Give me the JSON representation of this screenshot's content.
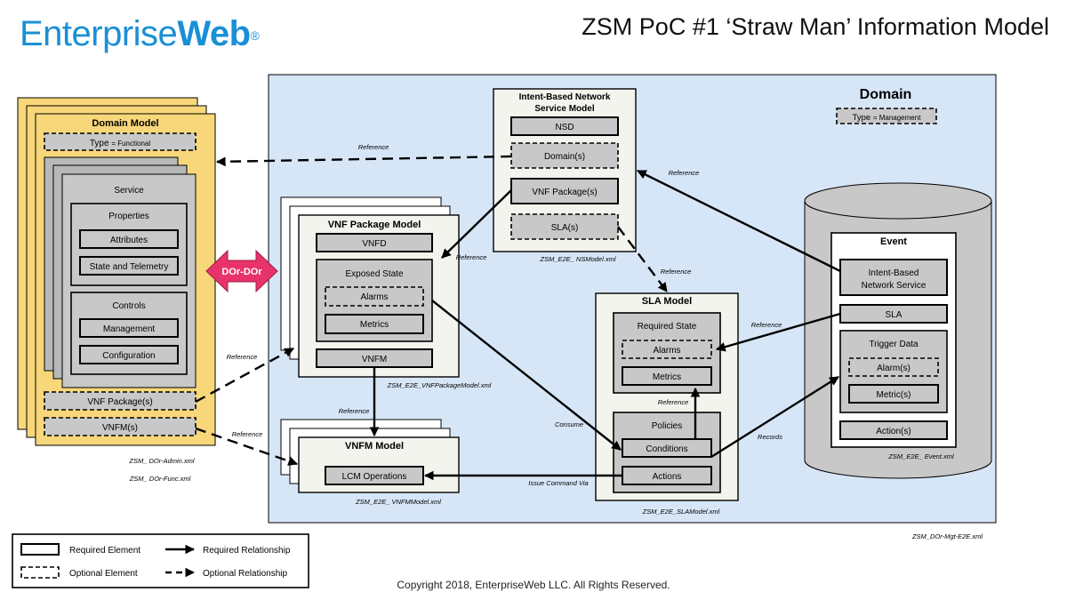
{
  "header": {
    "logo_regular": "Enterprise",
    "logo_bold": "Web",
    "logo_mark": "®",
    "title": "ZSM PoC #1 ‘Straw Man’ Information Model"
  },
  "colors": {
    "domain_fill": "#d7e6f7",
    "domain_model_fill": "#f8d77a",
    "gray_box": "#c8c8c8",
    "panel_fill": "#f4f4ee",
    "dor_arrow": "#e8336a"
  },
  "domain_model": {
    "title": "Domain Model",
    "type_key": "Type",
    "type_value": "= Functional",
    "service": "Service",
    "properties": "Properties",
    "attributes": "Attributes",
    "state_telemetry": "State and Telemetry",
    "controls": "Controls",
    "management": "Management",
    "configuration": "Configuration",
    "vnf_packages": "VNF Package(s)",
    "vnfms": "VNFM(s)",
    "file1": "ZSM_ DOr-Admin.xml",
    "file2": "ZSM_ DOr-Func.xml"
  },
  "dor_label": "DOr-DOr",
  "domain": {
    "title": "Domain",
    "type_key": "Type",
    "type_value": "= Management",
    "file": "ZSM_DOr-Mgt-E2E.xml"
  },
  "ns_model": {
    "title_line1": "Intent-Based Network",
    "title_line2": "Service Model",
    "nsd": "NSD",
    "domains": "Domain(s)",
    "vnf_packages": "VNF Package(s)",
    "slas": "SLA(s)",
    "file": "ZSM_E2E_ NSModel.xml"
  },
  "vnf_package_model": {
    "title": "VNF Package Model",
    "vnfd": "VNFD",
    "exposed_state": "Exposed State",
    "alarms": "Alarms",
    "metrics": "Metrics",
    "vnfm": "VNFM",
    "file": "ZSM_E2E_VNFPackageModel.xml"
  },
  "vnfm_model": {
    "title": "VNFM Model",
    "lcm": "LCM Operations",
    "file": "ZSM_E2E_ VNFMModel.xml"
  },
  "sla_model": {
    "title": "SLA Model",
    "required_state": "Required State",
    "alarms": "Alarms",
    "metrics": "Metrics",
    "policies": "Policies",
    "conditions": "Conditions",
    "actions": "Actions",
    "file": "ZSM_E2E_SLAModel.xml"
  },
  "event": {
    "title": "Event",
    "ibns_line1": "Intent-Based",
    "ibns_line2": "Network Service",
    "sla": "SLA",
    "trigger_data": "Trigger Data",
    "alarms": "Alarm(s)",
    "metrics": "Metric(s)",
    "actions": "Action(s)",
    "file": "ZSM_E2E_ Event.xml"
  },
  "edges": {
    "reference": "Reference",
    "consume": "Consume",
    "records": "Records",
    "issue_command": "Issue Command Via"
  },
  "legend": {
    "required_element": "Required Element",
    "optional_element": "Optional Element",
    "required_relationship": "Required Relationship",
    "optional_relationship": "Optional Relationship"
  },
  "copyright": "Copyright 2018, EnterpriseWeb LLC. All Rights Reserved."
}
